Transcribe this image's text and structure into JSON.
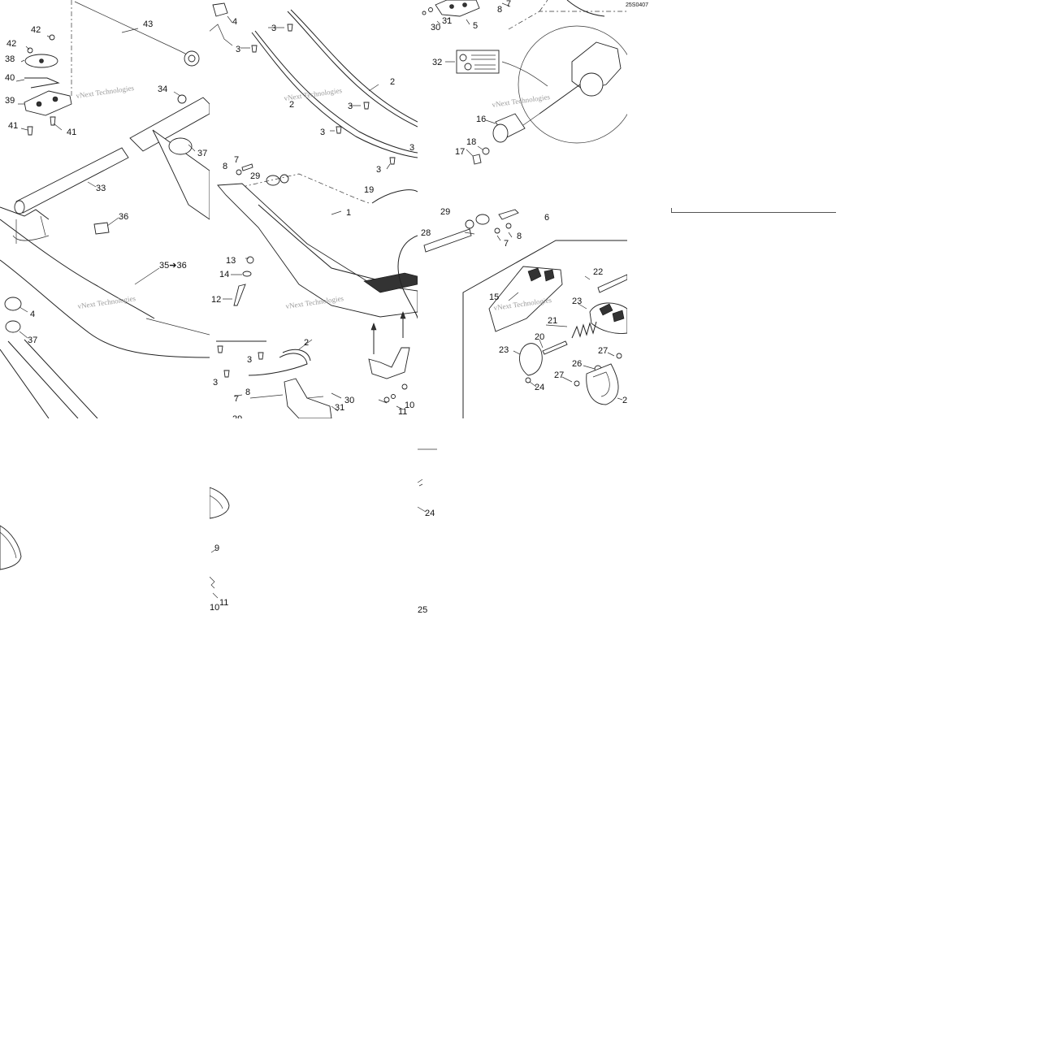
{
  "diagram": {
    "drawing_code": "25S0407",
    "watermark": "vNext Technologies",
    "callout_prefix": "callout",
    "labels": {
      "p1": "1",
      "p2": "2",
      "p3": "3",
      "p4": "4",
      "p5": "5",
      "p6": "6",
      "p7": "7",
      "p8": "8",
      "p9": "9",
      "p10": "10",
      "p11": "11",
      "p12": "12",
      "p13": "13",
      "p14": "14",
      "p15": "15",
      "p16": "16",
      "p17": "17",
      "p18": "18",
      "p19": "19",
      "p20": "20",
      "p21": "21",
      "p22": "22",
      "p23": "23",
      "p24": "24",
      "p25": "25",
      "p26": "26",
      "p27": "27",
      "p28": "28",
      "p29": "29",
      "p30": "30",
      "p31": "31",
      "p32": "32",
      "p33": "33",
      "p34": "34",
      "p35_36": "35➔36",
      "p36": "36",
      "p37": "37",
      "p38": "38",
      "p39": "39",
      "p40": "40",
      "p41": "41",
      "p42": "42",
      "p43": "43"
    }
  }
}
